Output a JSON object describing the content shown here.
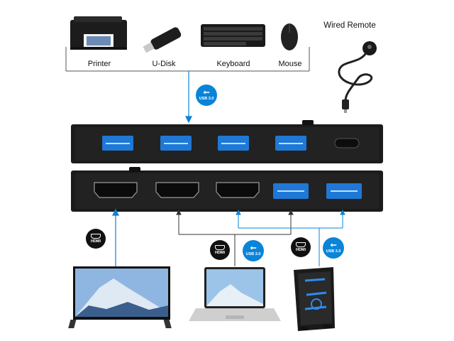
{
  "devices": {
    "printer": "Printer",
    "udisk": "U-Disk",
    "keyboard": "Keyboard",
    "mouse": "Mouse",
    "remote": "Wired Remote"
  },
  "badges": {
    "usb_text": "USB 3.0",
    "hdmi_text": "HDMI"
  },
  "colors": {
    "accent_blue": "#0a84d8",
    "port_blue": "#1f78d6",
    "case_black": "#1b1b1b",
    "line_gray": "#444444"
  },
  "icons": {
    "usb": "usb-trident-icon",
    "hdmi": "hdmi-plug-icon"
  }
}
